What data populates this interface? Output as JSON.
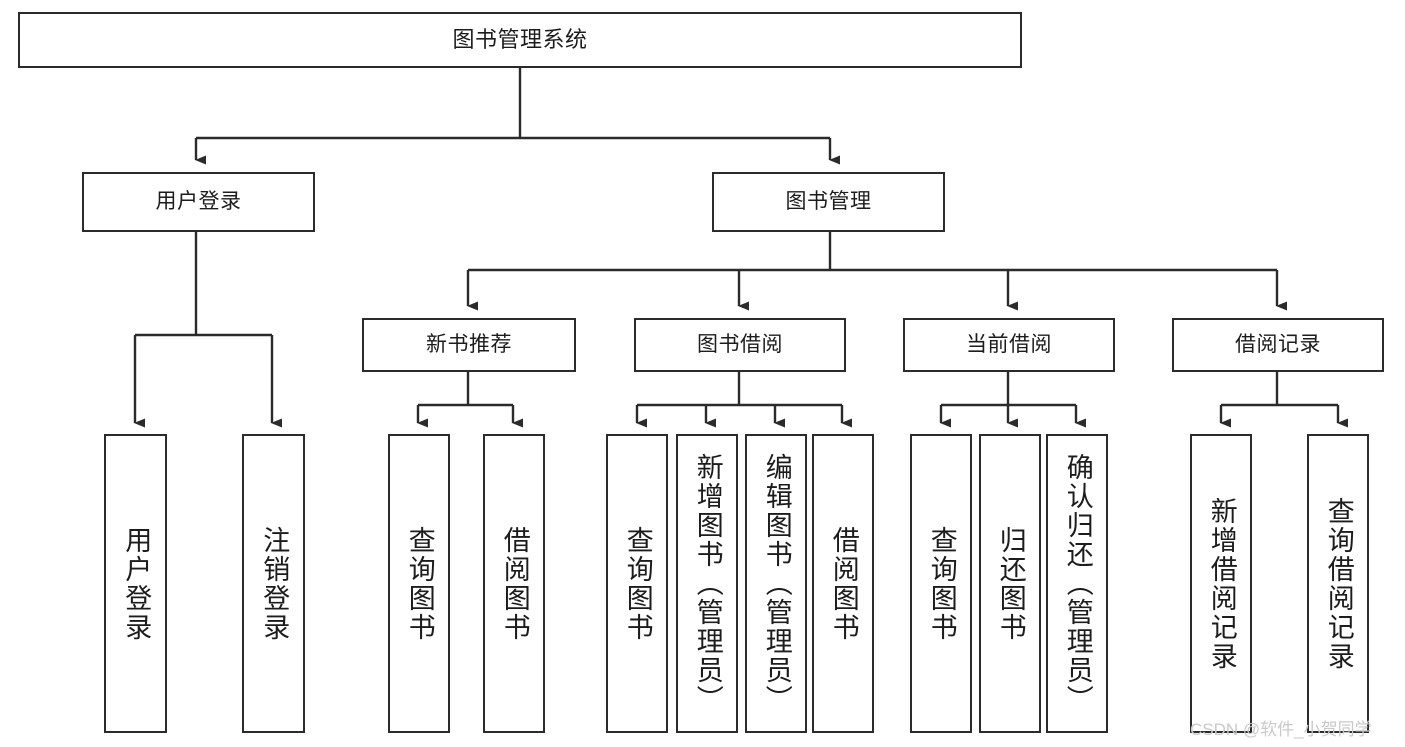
{
  "diagram": {
    "title": "图书管理系统",
    "watermark": "CSDN @软件_小贺同学",
    "colors": {
      "box_border": "#2b2b2b",
      "line": "#2b2b2b",
      "background": "#ffffff",
      "watermark": "#c9c9c9"
    }
  },
  "nodes": {
    "root": {
      "label": "图书管理系统"
    },
    "level2": [
      {
        "label": "用户登录"
      },
      {
        "label": "图书管理"
      }
    ],
    "level3": [
      {
        "label": "新书推荐"
      },
      {
        "label": "图书借阅"
      },
      {
        "label": "当前借阅"
      },
      {
        "label": "借阅记录"
      }
    ],
    "leaves": {
      "user_login": [
        {
          "label": "用户登录"
        },
        {
          "label": "注销登录"
        }
      ],
      "new_book_recommend": [
        {
          "label": "查询图书"
        },
        {
          "label": "借阅图书"
        }
      ],
      "book_borrow": [
        {
          "label": "查询图书"
        },
        {
          "label": "新增图书（管理员）"
        },
        {
          "label": "编辑图书（管理员）"
        },
        {
          "label": "借阅图书"
        }
      ],
      "current_borrow": [
        {
          "label": "查询图书"
        },
        {
          "label": "归还图书"
        },
        {
          "label": "确认归还（管理员）"
        }
      ],
      "borrow_record": [
        {
          "label": "新增借阅记录"
        },
        {
          "label": "查询借阅记录"
        }
      ]
    }
  }
}
